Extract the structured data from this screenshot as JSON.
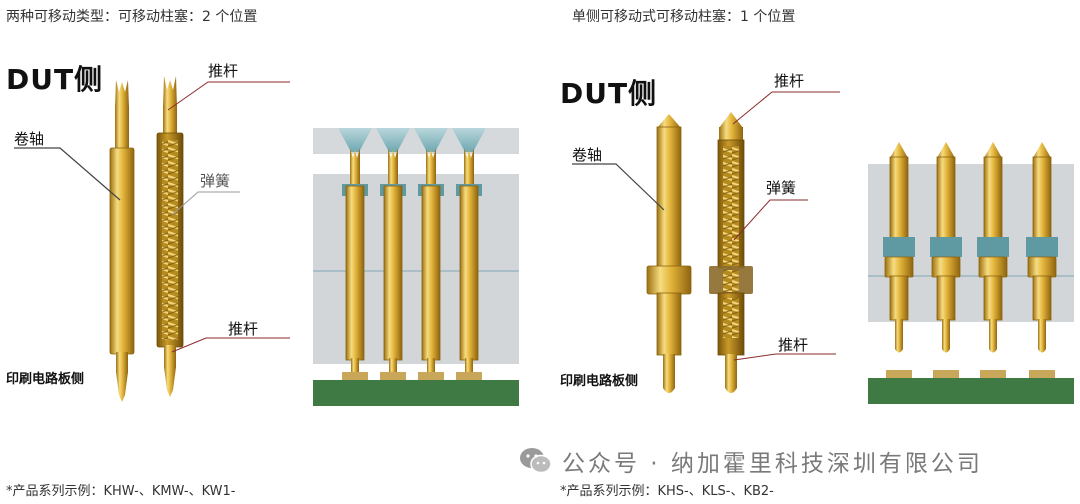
{
  "left": {
    "heading": "两种可移动类型：可移动柱塞：2 个位置",
    "dut_label": "DUT侧",
    "labels": {
      "plunger_top": "推杆",
      "barrel": "卷轴",
      "spring": "弹簧",
      "plunger_bottom": "推杆",
      "pcb_side": "印刷电路板侧"
    },
    "footnote": "*产品系列示例：KHW-、KMW-、KW1-"
  },
  "right": {
    "heading": "单侧可移动式可移动柱塞：1 个位置",
    "dut_label": "DUT侧",
    "labels": {
      "plunger_top": "推杆",
      "barrel": "卷轴",
      "spring": "弹簧",
      "plunger_bottom": "推杆",
      "pcb_side": "印刷电路板侧"
    },
    "footnote": "*产品系列示例：KHS-、KLS-、KB2-"
  },
  "watermark": "公众号 · 纳加霍里科技深圳有限公司",
  "colors": {
    "gold": "#d9a825",
    "gold_dark": "#a27613",
    "gold_light": "#f4d77a",
    "board_green": "#3f7a45",
    "fixture_gray": "#d3d6d8",
    "fixture_teal": "#5f9aa3",
    "leader_red": "#8a2b2b"
  }
}
